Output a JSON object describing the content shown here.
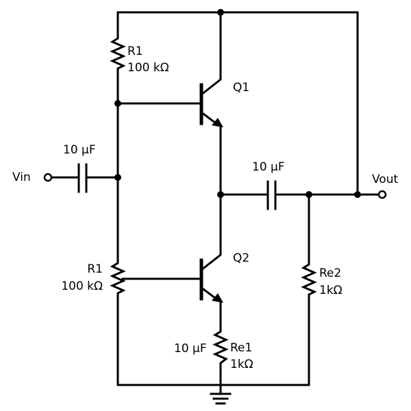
{
  "components": {
    "r1_top": {
      "name": "R1",
      "value": "100 kΩ"
    },
    "r1_bottom": {
      "name": "R1",
      "value": "100 kΩ"
    },
    "re1": {
      "name": "Re1",
      "value": "1kΩ"
    },
    "re2": {
      "name": "Re2",
      "value": "1kΩ"
    },
    "c_in": {
      "value": "10 μF"
    },
    "c_out": {
      "value": "10 μF"
    },
    "c_emitter": {
      "value": "10 μF"
    },
    "q1": {
      "name": "Q1"
    },
    "q2": {
      "name": "Q2"
    }
  },
  "terminals": {
    "input": "Vin",
    "output": "Vout"
  },
  "colors": {
    "line": "#000000",
    "background": "#ffffff"
  }
}
